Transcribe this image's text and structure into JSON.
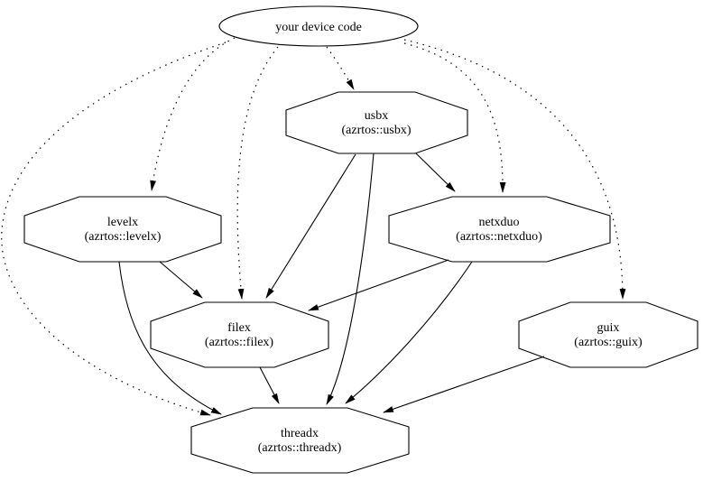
{
  "diagram": {
    "kind": "dependency-graph",
    "colors": {
      "background": "#ffffff",
      "stroke": "#000000",
      "text": "#000000"
    },
    "root": {
      "id": "your-device-code",
      "label": "your device code",
      "shape": "ellipse"
    },
    "nodes": {
      "usbx": {
        "title": "usbx",
        "subtitle": "(azrtos::usbx)",
        "shape": "octagon"
      },
      "levelx": {
        "title": "levelx",
        "subtitle": "(azrtos::levelx)",
        "shape": "octagon"
      },
      "netxduo": {
        "title": "netxduo",
        "subtitle": "(azrtos::netxduo)",
        "shape": "octagon"
      },
      "filex": {
        "title": "filex",
        "subtitle": "(azrtos::filex)",
        "shape": "octagon"
      },
      "guix": {
        "title": "guix",
        "subtitle": "(azrtos::guix)",
        "shape": "octagon"
      },
      "threadx": {
        "title": "threadx",
        "subtitle": "(azrtos::threadx)",
        "shape": "octagon"
      }
    },
    "edges": [
      {
        "from": "your device code",
        "to": "usbx",
        "style": "dotted"
      },
      {
        "from": "your device code",
        "to": "levelx",
        "style": "dotted"
      },
      {
        "from": "your device code",
        "to": "filex",
        "style": "dotted"
      },
      {
        "from": "your device code",
        "to": "netxduo",
        "style": "dotted"
      },
      {
        "from": "your device code",
        "to": "guix",
        "style": "dotted"
      },
      {
        "from": "your device code",
        "to": "threadx",
        "style": "dotted"
      },
      {
        "from": "usbx",
        "to": "netxduo",
        "style": "solid"
      },
      {
        "from": "usbx",
        "to": "filex",
        "style": "solid"
      },
      {
        "from": "usbx",
        "to": "threadx",
        "style": "solid"
      },
      {
        "from": "levelx",
        "to": "filex",
        "style": "solid"
      },
      {
        "from": "levelx",
        "to": "threadx",
        "style": "solid"
      },
      {
        "from": "netxduo",
        "to": "filex",
        "style": "solid"
      },
      {
        "from": "netxduo",
        "to": "threadx",
        "style": "solid"
      },
      {
        "from": "filex",
        "to": "threadx",
        "style": "solid"
      },
      {
        "from": "guix",
        "to": "threadx",
        "style": "solid"
      }
    ]
  }
}
